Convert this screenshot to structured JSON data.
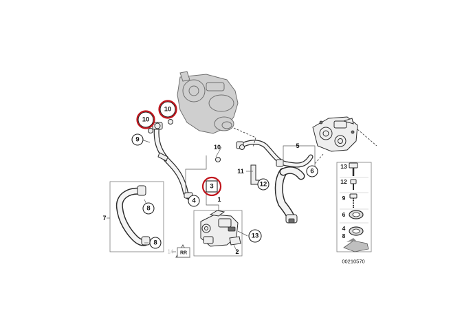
{
  "diagram": {
    "figure_id": "00210570",
    "callouts": {
      "c10a": "10",
      "c10b": "10",
      "c9": "9",
      "c10c": "10",
      "c5": "5",
      "c6": "6",
      "c11": "11",
      "c12": "12",
      "c3": "3",
      "c4": "4",
      "c1": "1",
      "c7": "7",
      "c8a": "8",
      "c8b": "8",
      "c13": "13",
      "c2": "2",
      "c14": "14"
    },
    "legend": [
      "13",
      "12",
      "9",
      "6",
      "4",
      "8"
    ],
    "highlight_color": "#c0141c"
  }
}
